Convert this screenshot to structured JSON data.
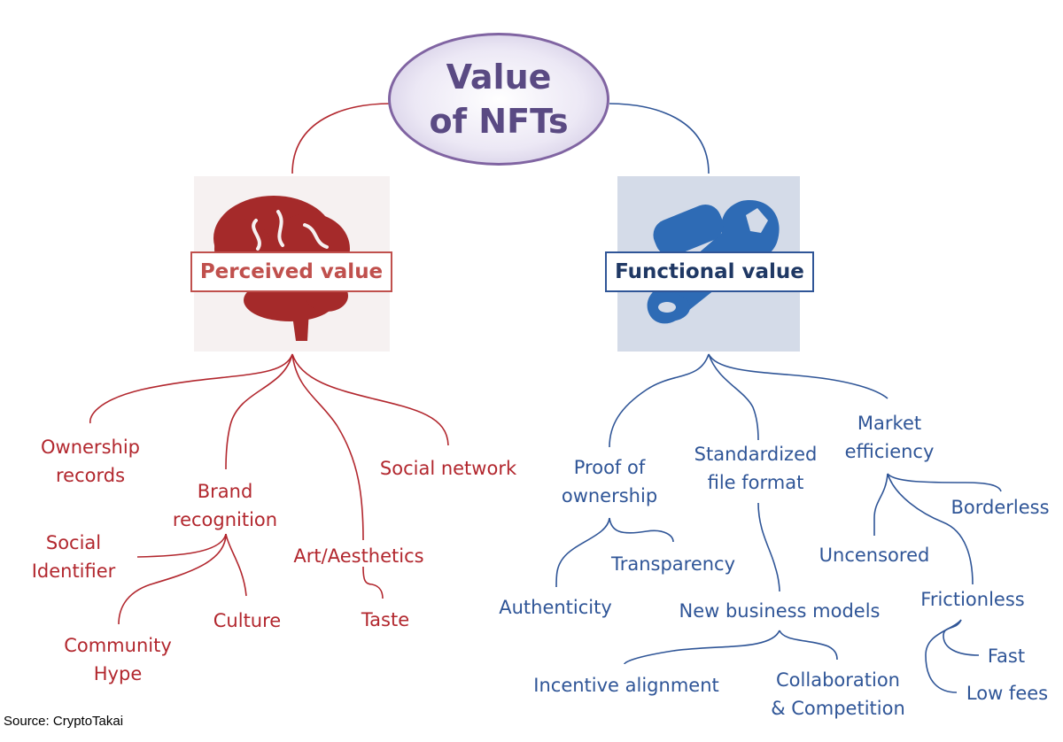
{
  "root": {
    "line1": "Value",
    "line2": "of NFTs"
  },
  "perceived": {
    "title": "Perceived value",
    "icon": "brain-icon",
    "color": "#b2272e",
    "items": {
      "ownership_records": [
        "Ownership",
        "records"
      ],
      "brand_recognition": [
        "Brand",
        "recognition"
      ],
      "social_identifier": [
        "Social",
        "Identifier"
      ],
      "community_hype": [
        "Community",
        "Hype"
      ],
      "culture": "Culture",
      "art_aesthetics": "Art/Aesthetics",
      "taste": "Taste",
      "social_network": "Social network"
    }
  },
  "functional": {
    "title": "Functional value",
    "icon": "wrench-icon",
    "color": "#2f5597",
    "items": {
      "proof_of_ownership": [
        "Proof of",
        "ownership"
      ],
      "transparency": "Transparency",
      "authenticity": "Authenticity",
      "standardized_file_format": [
        "Standardized",
        "file format"
      ],
      "new_business_models": "New business models",
      "incentive_alignment": "Incentive alignment",
      "collaboration_competition": [
        "Collaboration",
        "& Competition"
      ],
      "market_efficiency": [
        "Market",
        "efficiency"
      ],
      "borderless": "Borderless",
      "uncensored": "Uncensored",
      "frictionless": "Frictionless",
      "fast": "Fast",
      "low_fees": "Low fees"
    }
  },
  "source": "Source: CryptoTakai"
}
